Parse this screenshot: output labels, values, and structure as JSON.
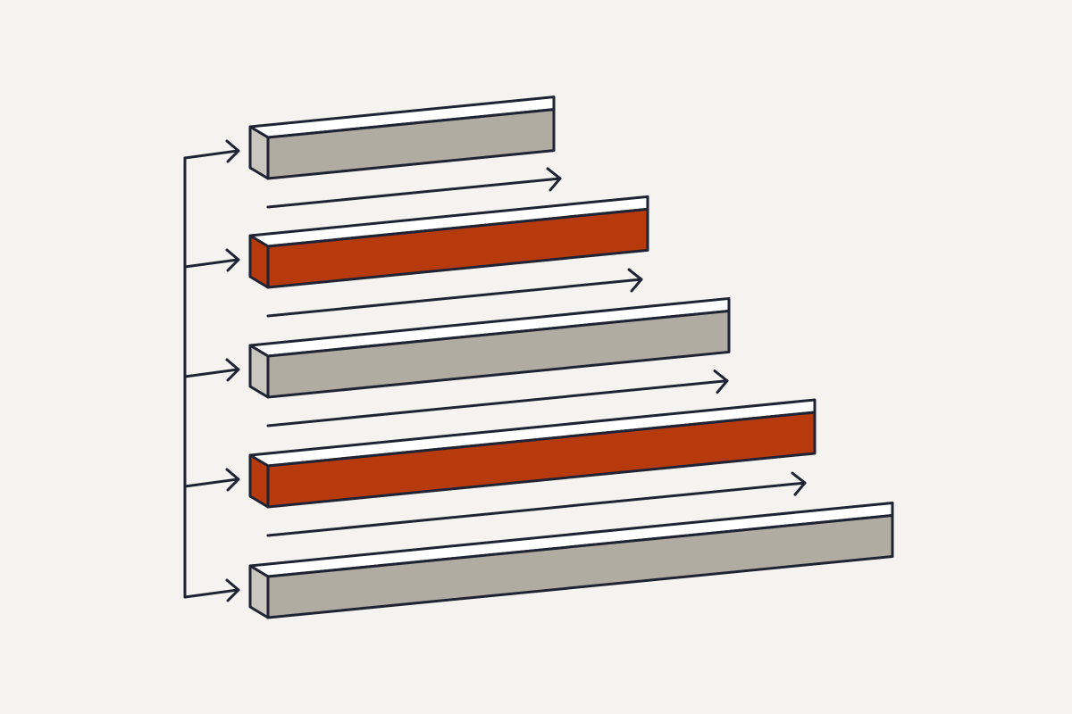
{
  "diagram": {
    "description_free": true,
    "colors": {
      "background": "#f4f3ef",
      "outline": "#1f2333",
      "bar_top": "#ffffff",
      "bar_end": "#c9c6bd",
      "neutral_bar": "#b0aca1",
      "accent_bar": "#b63a0c",
      "accent_end": "#b63a0c"
    },
    "bars": [
      {
        "index": 1,
        "kind": "neutral"
      },
      {
        "index": 2,
        "kind": "accent"
      },
      {
        "index": 3,
        "kind": "neutral"
      },
      {
        "index": 4,
        "kind": "accent"
      },
      {
        "index": 5,
        "kind": "neutral"
      }
    ],
    "icons": {
      "branch_arrow": "arrow-right-icon",
      "progress_arrow": "long-arrow-right-icon"
    }
  }
}
